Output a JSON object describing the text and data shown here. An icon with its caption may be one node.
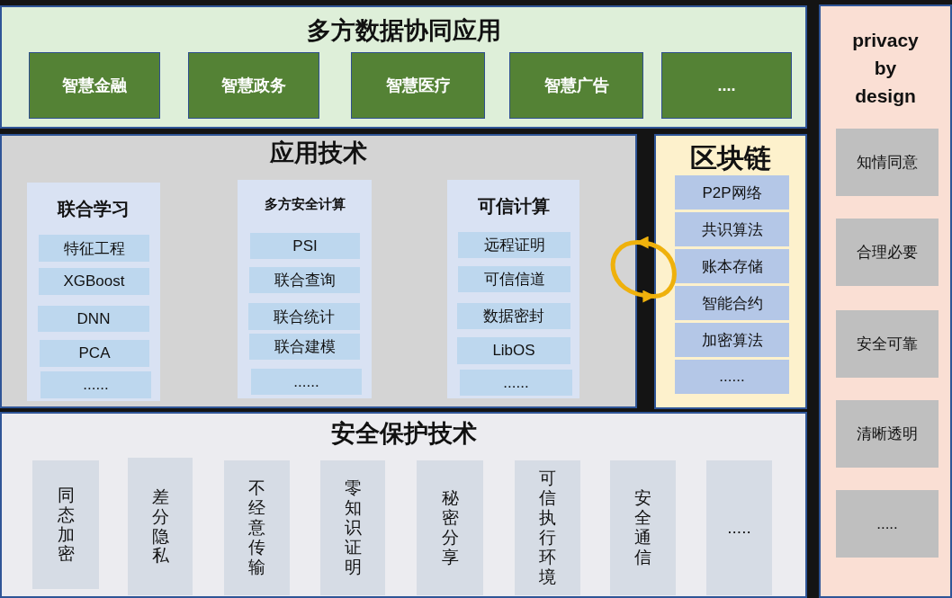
{
  "diagram": {
    "nodes": [
      {
        "text": [
          "多方数据协同应用"
        ]
      },
      {
        "text": [
          "智慧金融"
        ],
        "in": 0
      },
      {
        "text": [
          "智慧政务"
        ],
        "in": 0
      },
      {
        "text": [
          "智慧医疗"
        ],
        "in": 0
      },
      {
        "text": [
          "智慧广告"
        ],
        "in": 0
      },
      {
        "text": [
          "...."
        ],
        "in": 0
      },
      {
        "text": [
          "应用技术"
        ]
      },
      {
        "text": [
          "联合学习"
        ],
        "in": 6
      },
      {
        "text": [
          "特征工程"
        ],
        "in": 7
      },
      {
        "text": [
          "XGBoost"
        ],
        "in": 7
      },
      {
        "text": [
          "DNN"
        ],
        "in": 7
      },
      {
        "text": [
          "PCA"
        ],
        "in": 7
      },
      {
        "text": [
          "......"
        ],
        "in": 7
      },
      {
        "text": [
          "多方安全计算"
        ],
        "in": 6
      },
      {
        "text": [
          "PSI"
        ],
        "in": 13
      },
      {
        "text": [
          "联合查询"
        ],
        "in": 13
      },
      {
        "text": [
          "联合统计"
        ],
        "in": 13
      },
      {
        "text": [
          "联合建模"
        ],
        "in": 13
      },
      {
        "text": [
          "......"
        ],
        "in": 13
      },
      {
        "text": [
          "可信计算"
        ],
        "in": 6
      },
      {
        "text": [
          "远程证明"
        ],
        "in": 19
      },
      {
        "text": [
          "可信信道"
        ],
        "in": 19
      },
      {
        "text": [
          "数据密封"
        ],
        "in": 19
      },
      {
        "text": [
          "LibOS"
        ],
        "in": 19
      },
      {
        "text": [
          "......"
        ],
        "in": 19
      },
      {
        "text": [
          "区块链"
        ]
      },
      {
        "text": [
          "P2P网络"
        ],
        "in": 25
      },
      {
        "text": [
          "共识算法"
        ],
        "in": 25
      },
      {
        "text": [
          "账本存储"
        ],
        "in": 25
      },
      {
        "text": [
          "智能合约"
        ],
        "in": 25
      },
      {
        "text": [
          "加密算法"
        ],
        "in": 25
      },
      {
        "text": [
          "......"
        ],
        "in": 25
      },
      {
        "text": [
          "安全保护技术"
        ]
      },
      {
        "text": [
          "同态加密"
        ],
        "in": 32
      },
      {
        "text": [
          "差分隐私"
        ],
        "in": 32
      },
      {
        "text": [
          "不经意传输"
        ],
        "in": 32
      },
      {
        "text": [
          "零知识证明"
        ],
        "in": 32
      },
      {
        "text": [
          "秘密分享"
        ],
        "in": 32
      },
      {
        "text": [
          "可信执行环境"
        ],
        "in": 32
      },
      {
        "text": [
          "安全通信"
        ],
        "in": 32
      },
      {
        "text": [
          "....."
        ],
        "in": 32
      },
      {
        "text": [
          "privacy by design"
        ]
      },
      {
        "text": [
          "知情同意"
        ],
        "in": 41
      },
      {
        "text": [
          "合理必要"
        ],
        "in": 41
      },
      {
        "text": [
          "安全可靠"
        ],
        "in": 41
      },
      {
        "text": [
          "清晰透明"
        ],
        "in": 41
      },
      {
        "text": [
          "....."
        ],
        "in": 41
      }
    ],
    "edges": [
      {
        "from": 6,
        "to": 25,
        "arrow": "to"
      },
      {
        "from": 25,
        "to": 6,
        "arrow": "to"
      }
    ]
  }
}
